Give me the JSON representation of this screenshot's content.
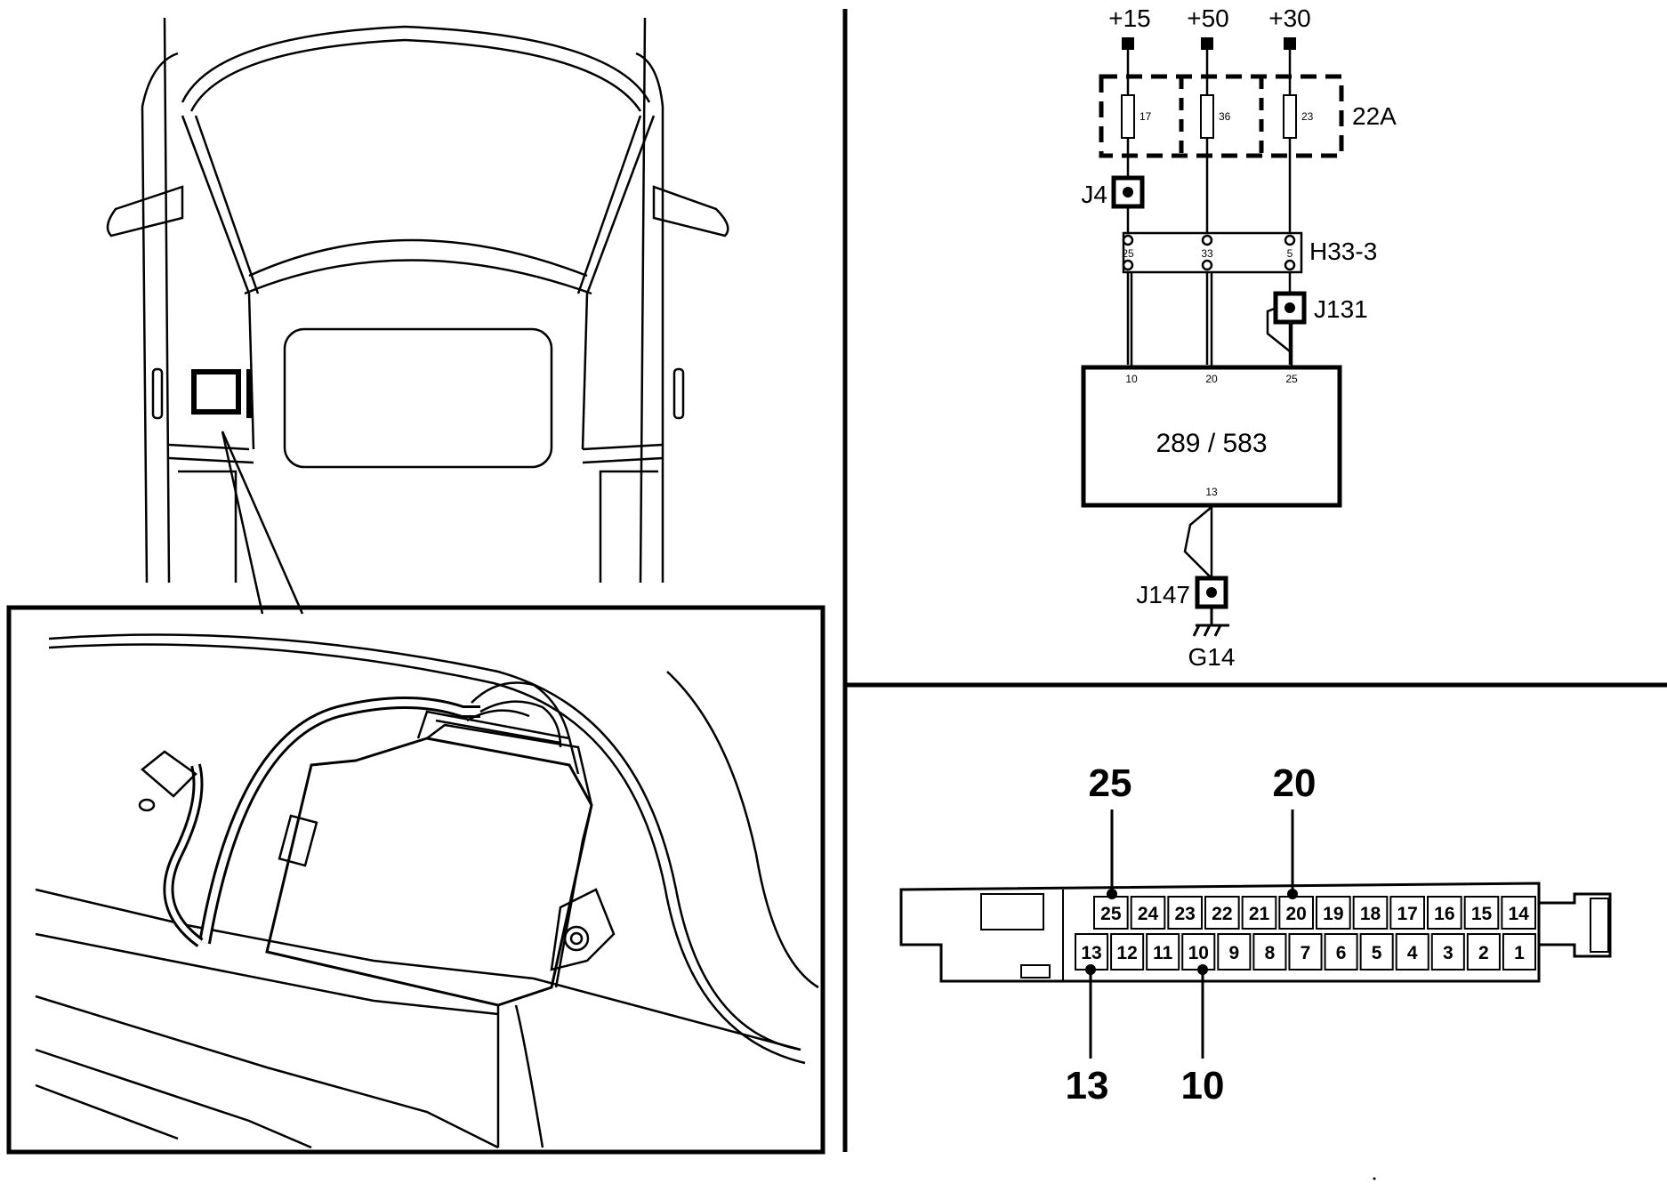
{
  "schematic": {
    "supplies": [
      "+15",
      "+50",
      "+30"
    ],
    "fuse_block": "22A",
    "fuses": [
      "17",
      "36",
      "23"
    ],
    "junctions": {
      "j4": "J4",
      "j131": "J131",
      "j147": "J147"
    },
    "connector": {
      "name": "H33-3",
      "pins": [
        "25",
        "33",
        "5"
      ]
    },
    "module": {
      "label": "289 / 583",
      "pins_top": [
        "10",
        "20",
        "25"
      ],
      "pin_bottom": "13"
    },
    "ground": "G14"
  },
  "connector_face": {
    "top_row": [
      "25",
      "24",
      "23",
      "22",
      "21",
      "20",
      "19",
      "18",
      "17",
      "16",
      "15",
      "14"
    ],
    "bottom_row": [
      "13",
      "12",
      "11",
      "10",
      "9",
      "8",
      "7",
      "6",
      "5",
      "4",
      "3",
      "2",
      "1"
    ],
    "callouts_top": [
      "25",
      "20"
    ],
    "callouts_bottom": [
      "13",
      "10"
    ]
  }
}
